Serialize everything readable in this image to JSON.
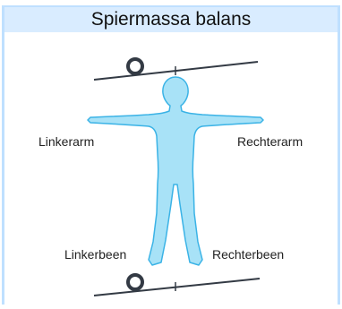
{
  "panel": {
    "title": "Spiermassa balans"
  },
  "labels": {
    "left_arm": "Linkerarm",
    "right_arm": "Rechterarm",
    "left_leg": "Linkerbeen",
    "right_leg": "Rechterbeen"
  },
  "colors": {
    "header_bg": "#d9ecff",
    "body_fill": "#a8e2f7",
    "body_stroke": "#3bb3e6",
    "scale_line": "#333a44"
  }
}
